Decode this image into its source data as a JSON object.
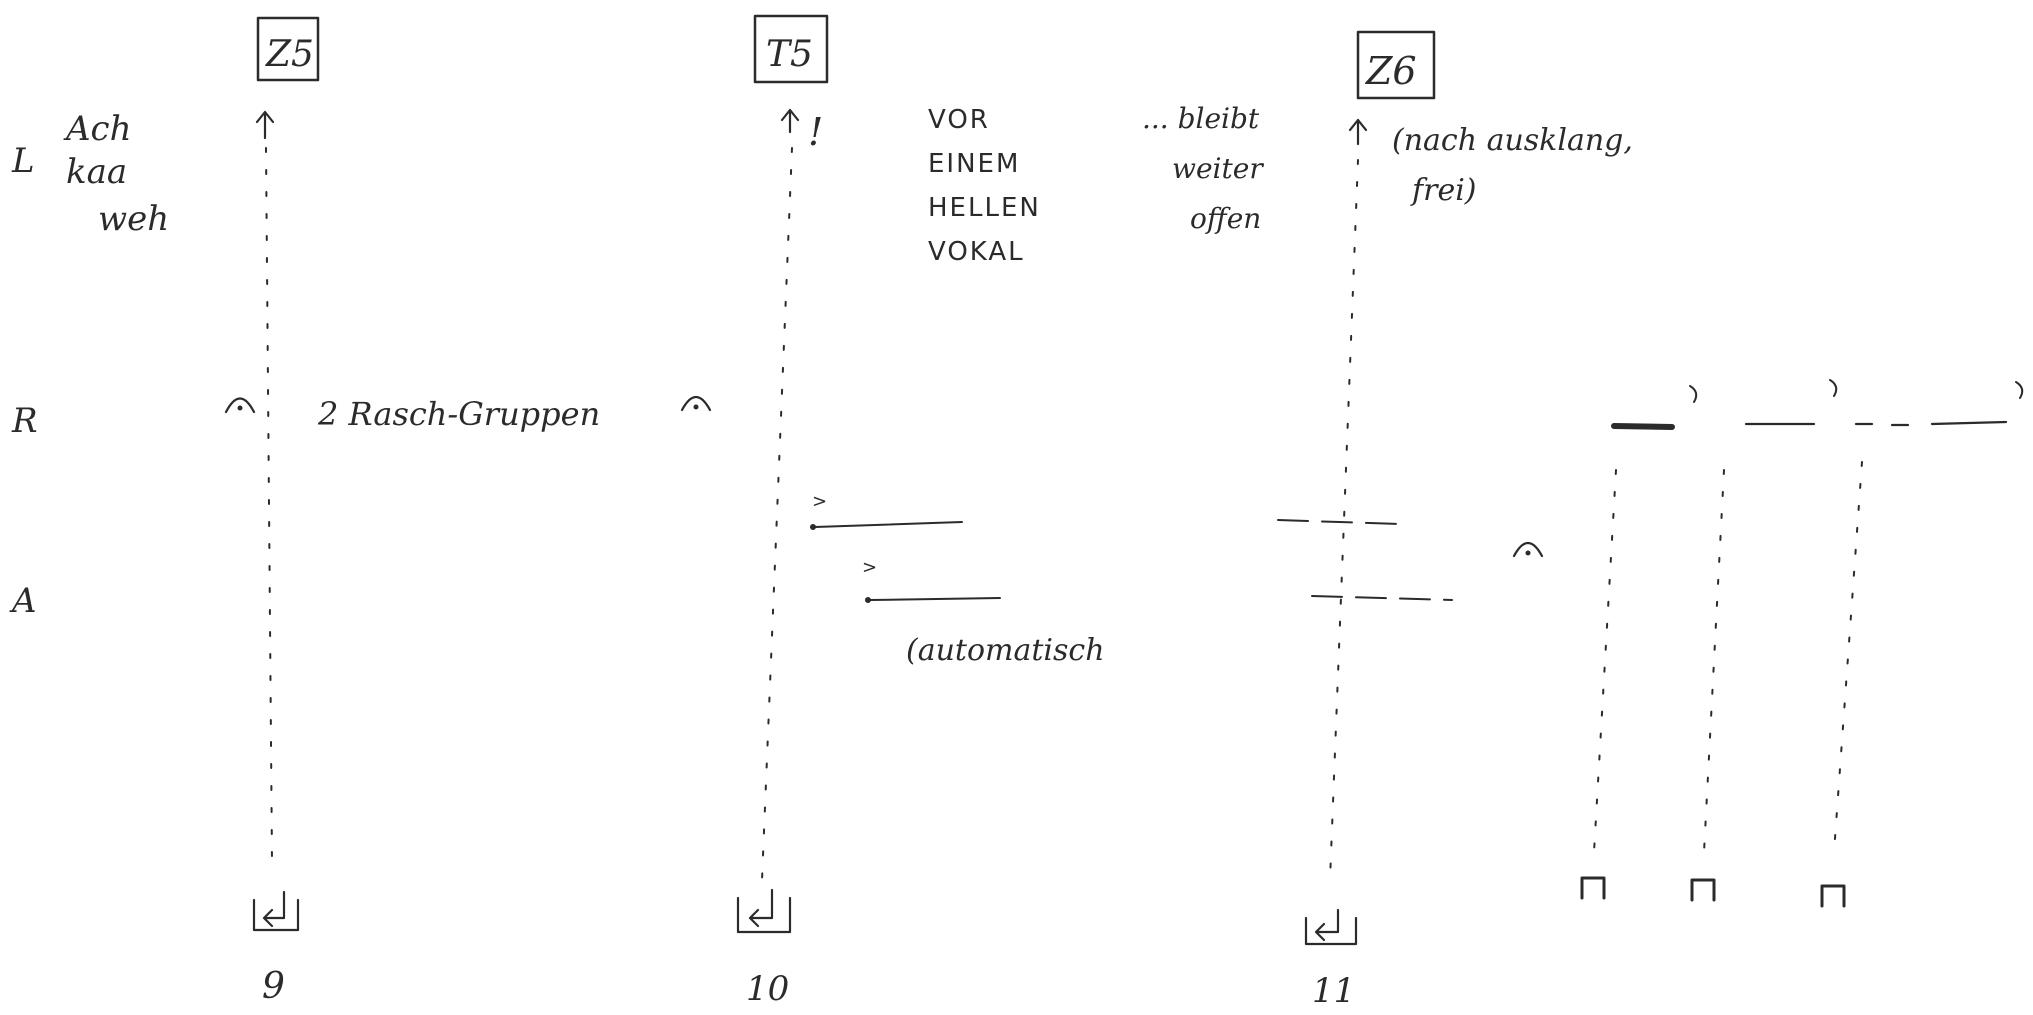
{
  "rows": {
    "L": "L",
    "R": "R",
    "A": "A"
  },
  "markers": {
    "m1": {
      "label": "Z5",
      "number": "9"
    },
    "m2": {
      "label": "T5",
      "number": "10"
    },
    "m3": {
      "label": "Z6",
      "number": "11"
    }
  },
  "annotations": {
    "l_lyrics": [
      "Ach",
      "kaa",
      "weh"
    ],
    "t5_exclaim": "!",
    "vowel_note": [
      "VOR",
      "EINEM",
      "HELLEN",
      "VOKAL"
    ],
    "bleibt_note": [
      "... bleibt",
      "weiter",
      "offen"
    ],
    "nach_note": [
      "(nach ausklang,",
      "frei)"
    ],
    "rasch_gruppen": "2 Rasch-Gruppen",
    "automatisch": "(automatisch",
    "accent": ">"
  }
}
